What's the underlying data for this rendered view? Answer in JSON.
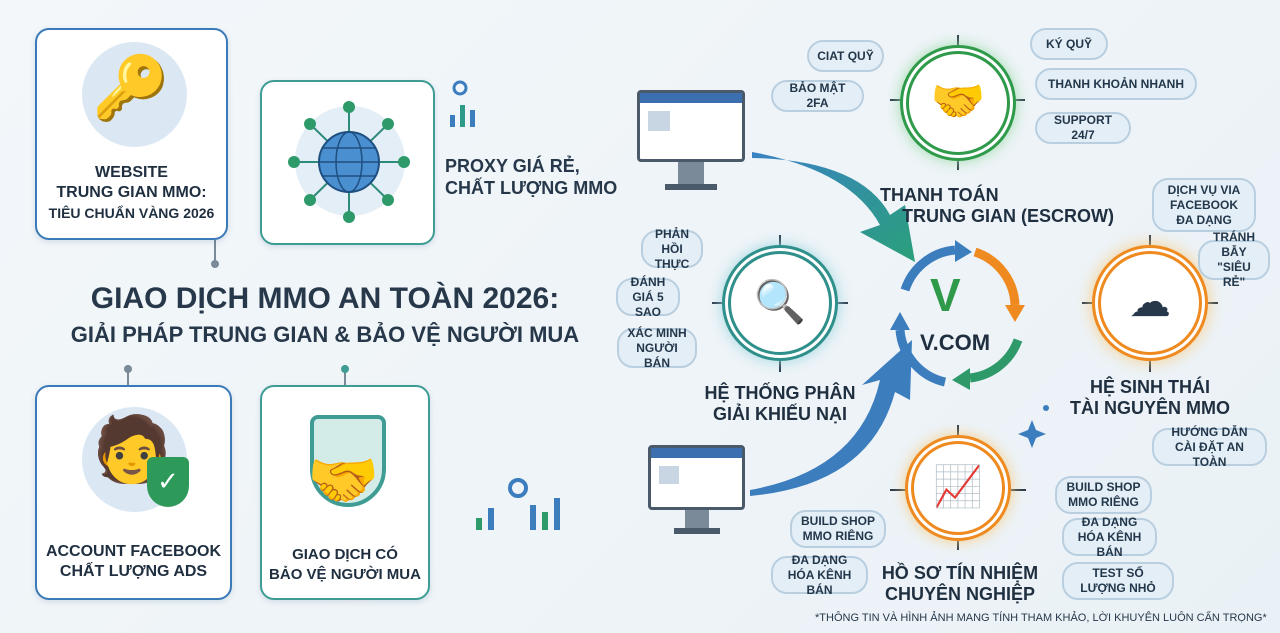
{
  "title": {
    "line1": "GIAO DỊCH MMO AN TOÀN 2026:",
    "line2": "GIẢI PHÁP TRUNG GIAN & BẢO VỆ NGƯỜI MUA"
  },
  "cards": [
    {
      "label": [
        "WEBSITE",
        "TRUNG GIAN MMO:",
        "TIÊU CHUẨN VÀNG 2026"
      ],
      "icon": "key-lock-icon"
    },
    {
      "label": [],
      "icon": "globe-network-icon"
    },
    {
      "label": [
        "ACCOUNT FACEBOOK",
        "CHẤT LƯỢNG ADS"
      ],
      "icon": "user-shield-icon"
    },
    {
      "label": [
        "GIAO DỊCH CÓ",
        "BẢO VỆ NGƯỜI MUA"
      ],
      "icon": "handshake-shield-icon"
    }
  ],
  "proxy": {
    "line1": "PROXY GIÁ RẺ,",
    "line2": "CHẤT LƯỢNG MMO"
  },
  "center": {
    "label": "V.COM"
  },
  "hubs": {
    "escrow": {
      "line1": "THANH TOÁN",
      "line2": "TRUNG GIAN (ESCROW)",
      "color": "#2e9a4a"
    },
    "dispute": {
      "line1": "HỆ THỐNG PHÂN",
      "line2": "GIẢI KHIẾU NẠI",
      "color": "#2f8f8a"
    },
    "ecosystem": {
      "line1": "HỆ SINH THÁI",
      "line2": "TÀI NGUYÊN MMO",
      "color": "#ee8a1f"
    },
    "profile": {
      "line1": "HỒ SƠ TÍN NHIỆM",
      "line2": "CHUYÊN NGHIỆP",
      "color": "#ee8a1f"
    }
  },
  "pills": {
    "ciat": "CIAT QUỸ",
    "twofa": "BẢO MẬT 2FA",
    "kyquy": "KÝ QUỸ",
    "thanhkhoan": "THANH KHOẢN NHANH",
    "support": "SUPPORT 24/7",
    "phanhoi": "PHẢN HỒI THỰC",
    "danhgia": "ĐÁNH GIÁ 5 SAO",
    "xacminh": "XÁC MINH NGƯỜI BÁN",
    "dichvu": "DỊCH VỤ VIA FACEBOOK ĐA DẠNG",
    "tranhbay": "TRÁNH BẪY \"SIÊU RẺ\"",
    "huongdan": "HƯỚNG DẪN CÀI ĐẶT AN TOÀN",
    "build1": "BUILD SHOP MMO RIÊNG",
    "dadang1": "ĐA DẠNG HÓA KÊNH BÁN",
    "build2": "BUILD SHOP MMO RIÊNG",
    "dadang2": "ĐA DẠNG HÓA KÊNH BÁN",
    "test": "TEST SỐ LƯỢNG NHỎ"
  },
  "disclaimer": "*THÔNG TIN VÀ HÌNH ẢNH MANG TÍNH THAM KHẢO, LỜI KHUYÊN LUÔN CẨN TRỌNG*"
}
